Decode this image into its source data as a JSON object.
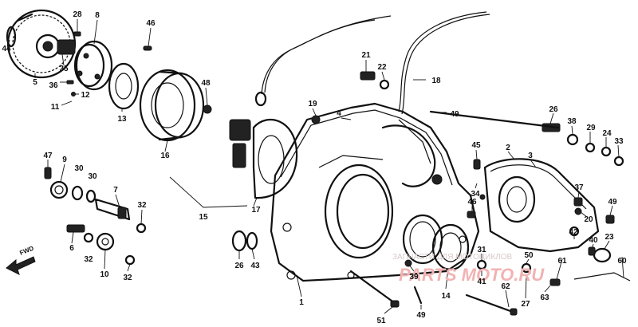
{
  "diagram": {
    "callouts": [
      {
        "id": "c44",
        "text": "44"
      },
      {
        "id": "c28",
        "text": "28"
      },
      {
        "id": "c8",
        "text": "8"
      },
      {
        "id": "c46",
        "text": "46"
      },
      {
        "id": "c35",
        "text": "35"
      },
      {
        "id": "c5",
        "text": "5"
      },
      {
        "id": "c36",
        "text": "36"
      },
      {
        "id": "c12",
        "text": "12"
      },
      {
        "id": "c11",
        "text": "11"
      },
      {
        "id": "c13",
        "text": "13"
      },
      {
        "id": "c48",
        "text": "48"
      },
      {
        "id": "c16",
        "text": "16"
      },
      {
        "id": "c47",
        "text": "47"
      },
      {
        "id": "c9",
        "text": "9"
      },
      {
        "id": "c30a",
        "text": "30"
      },
      {
        "id": "c30b",
        "text": "30"
      },
      {
        "id": "c7",
        "text": "7"
      },
      {
        "id": "c32a",
        "text": "32"
      },
      {
        "id": "c6",
        "text": "6"
      },
      {
        "id": "c32b",
        "text": "32"
      },
      {
        "id": "c10",
        "text": "10"
      },
      {
        "id": "c32c",
        "text": "32"
      },
      {
        "id": "c15",
        "text": "15"
      },
      {
        "id": "c17",
        "text": "17"
      },
      {
        "id": "c26a",
        "text": "26"
      },
      {
        "id": "c43",
        "text": "43"
      },
      {
        "id": "c19",
        "text": "19"
      },
      {
        "id": "c4",
        "text": "4"
      },
      {
        "id": "c21",
        "text": "21"
      },
      {
        "id": "c22",
        "text": "22"
      },
      {
        "id": "c18",
        "text": "18"
      },
      {
        "id": "c49a",
        "text": "49"
      },
      {
        "id": "c45",
        "text": "45"
      },
      {
        "id": "c34",
        "text": "34"
      },
      {
        "id": "c46b",
        "text": "46"
      },
      {
        "id": "c26b",
        "text": "26"
      },
      {
        "id": "c38",
        "text": "38"
      },
      {
        "id": "c29",
        "text": "29"
      },
      {
        "id": "c24",
        "text": "24"
      },
      {
        "id": "c33",
        "text": "33"
      },
      {
        "id": "c2",
        "text": "2"
      },
      {
        "id": "c3",
        "text": "3"
      },
      {
        "id": "c37",
        "text": "37"
      },
      {
        "id": "c20",
        "text": "20"
      },
      {
        "id": "c49b",
        "text": "49"
      },
      {
        "id": "c42",
        "text": "42"
      },
      {
        "id": "c40",
        "text": "40"
      },
      {
        "id": "c23",
        "text": "23"
      },
      {
        "id": "c39",
        "text": "39"
      },
      {
        "id": "c14",
        "text": "14"
      },
      {
        "id": "c31",
        "text": "31"
      },
      {
        "id": "c41",
        "text": "41"
      },
      {
        "id": "c50",
        "text": "50"
      },
      {
        "id": "c61",
        "text": "61"
      },
      {
        "id": "c60",
        "text": "60"
      },
      {
        "id": "c1",
        "text": "1"
      },
      {
        "id": "c49c",
        "text": "49"
      },
      {
        "id": "c51",
        "text": "51"
      },
      {
        "id": "c62",
        "text": "62"
      },
      {
        "id": "c27",
        "text": "27"
      },
      {
        "id": "c63",
        "text": "63"
      }
    ],
    "fwd_label": "FWD",
    "watermark": {
      "text": "ЗАПЧАСТИ ДЛЯ МОТОЦИКЛОВ",
      "logo": "PARTS MOTO.RU"
    }
  }
}
